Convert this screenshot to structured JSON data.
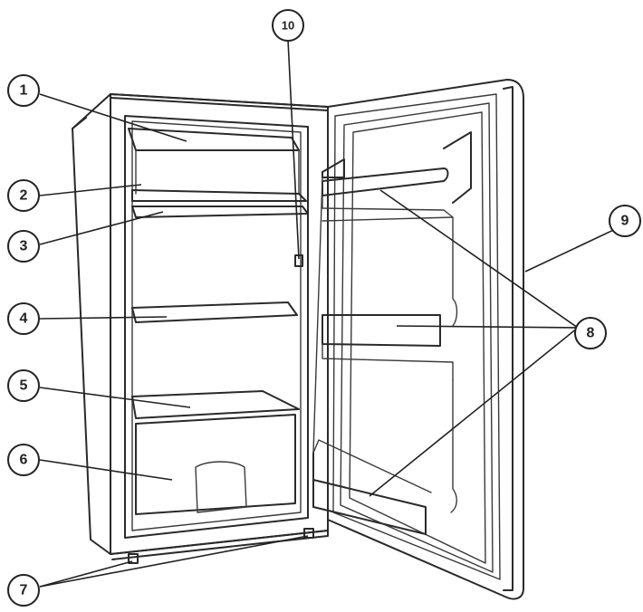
{
  "callouts": [
    {
      "id": "1",
      "label": "1"
    },
    {
      "id": "2",
      "label": "2"
    },
    {
      "id": "3",
      "label": "3"
    },
    {
      "id": "4",
      "label": "4"
    },
    {
      "id": "5",
      "label": "5"
    },
    {
      "id": "6",
      "label": "6"
    },
    {
      "id": "7",
      "label": "7"
    },
    {
      "id": "8",
      "label": "8"
    },
    {
      "id": "9",
      "label": "9"
    },
    {
      "id": "10",
      "label": "10"
    }
  ],
  "colors": {
    "stroke": "#2a2a2a",
    "background": "#ffffff"
  }
}
